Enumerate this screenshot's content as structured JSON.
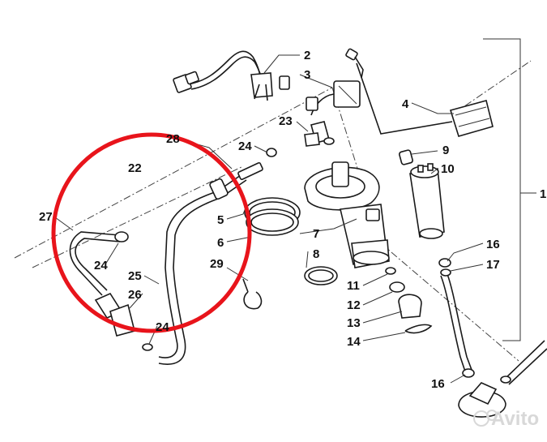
{
  "callouts": {
    "c1": "1",
    "c2": "2",
    "c3": "3",
    "c4": "4",
    "c5": "5",
    "c6": "6",
    "c7": "7",
    "c8": "8",
    "c9": "9",
    "c10": "10",
    "c11": "11",
    "c12": "12",
    "c13": "13",
    "c14": "14",
    "c16a": "16",
    "c16b": "16",
    "c17": "17",
    "c22": "22",
    "c23": "23",
    "c24a": "24",
    "c24b": "24",
    "c24c": "24",
    "c25": "25",
    "c26": "26",
    "c27": "27",
    "c28": "28",
    "c29": "29"
  },
  "highlight": {
    "color": "#e8141b",
    "shape": "circle"
  },
  "watermark": {
    "text": "Avito"
  }
}
